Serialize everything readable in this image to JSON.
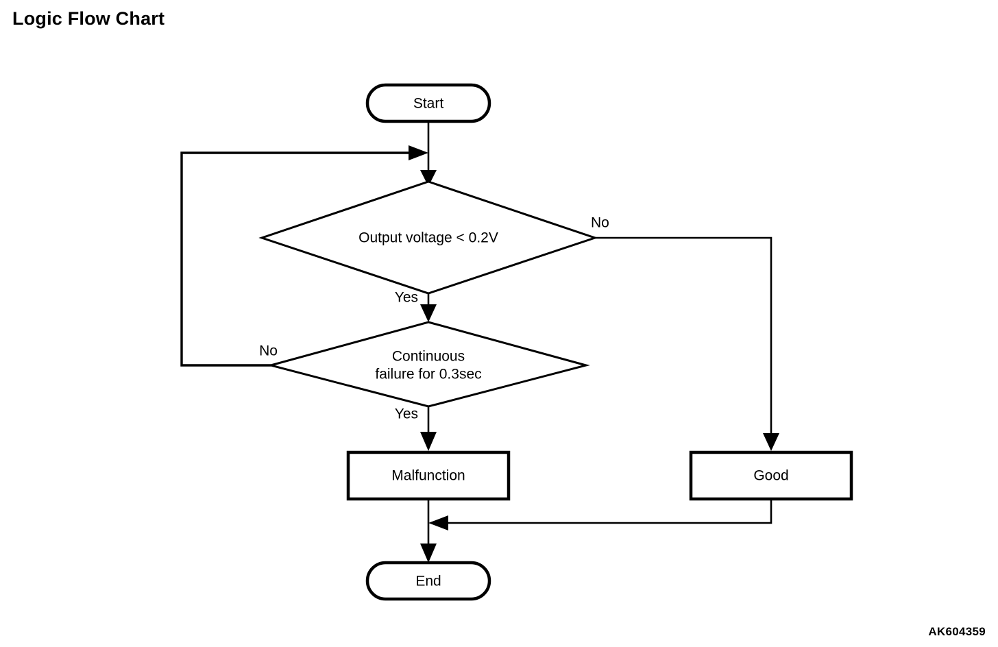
{
  "page": {
    "title": "Logic Flow Chart",
    "reference_code": "AK604359",
    "background_color": "#ffffff",
    "line_color": "#000000"
  },
  "chart_data": {
    "type": "diagram",
    "diagram_kind": "flowchart",
    "title": "Logic Flow Chart",
    "orientation": "top-to-bottom",
    "nodes": [
      {
        "id": "start",
        "shape": "terminator",
        "label": "Start"
      },
      {
        "id": "decision1",
        "shape": "decision",
        "label": "Output voltage < 0.2V"
      },
      {
        "id": "decision2",
        "shape": "decision",
        "label_line1": "Continuous",
        "label_line2": "failure for 0.3sec"
      },
      {
        "id": "malfunction",
        "shape": "process",
        "label": "Malfunction"
      },
      {
        "id": "good",
        "shape": "process",
        "label": "Good"
      },
      {
        "id": "end",
        "shape": "terminator",
        "label": "End"
      }
    ],
    "edges": [
      {
        "from": "start",
        "to": "decision1",
        "label": ""
      },
      {
        "from": "decision1",
        "to": "decision2",
        "label": "Yes"
      },
      {
        "from": "decision1",
        "to": "good",
        "label": "No"
      },
      {
        "from": "decision2",
        "to": "malfunction",
        "label": "Yes"
      },
      {
        "from": "decision2",
        "to": "decision1",
        "label": "No"
      },
      {
        "from": "malfunction",
        "to": "end",
        "label": ""
      },
      {
        "from": "good",
        "to": "end",
        "label": ""
      }
    ]
  },
  "labels": {
    "start": "Start",
    "decision1": "Output voltage < 0.2V",
    "decision2_line1": "Continuous",
    "decision2_line2": "failure for 0.3sec",
    "malfunction": "Malfunction",
    "good": "Good",
    "end": "End",
    "yes_1": "Yes",
    "yes_2": "Yes",
    "no_1": "No",
    "no_2": "No"
  }
}
